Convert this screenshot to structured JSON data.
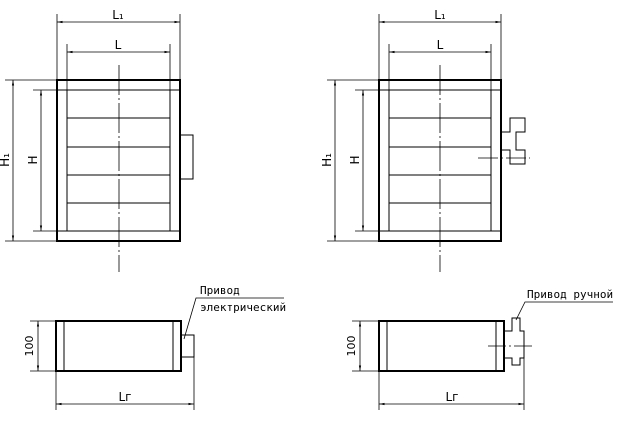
{
  "labels": {
    "L1": "L₁",
    "L": "L",
    "H1": "H₁",
    "H": "H",
    "Lg": "Lг",
    "h100": "100"
  },
  "notes": {
    "electric_line1": "Привод",
    "electric_line2": "электрический",
    "manual": "Привод ручной"
  }
}
